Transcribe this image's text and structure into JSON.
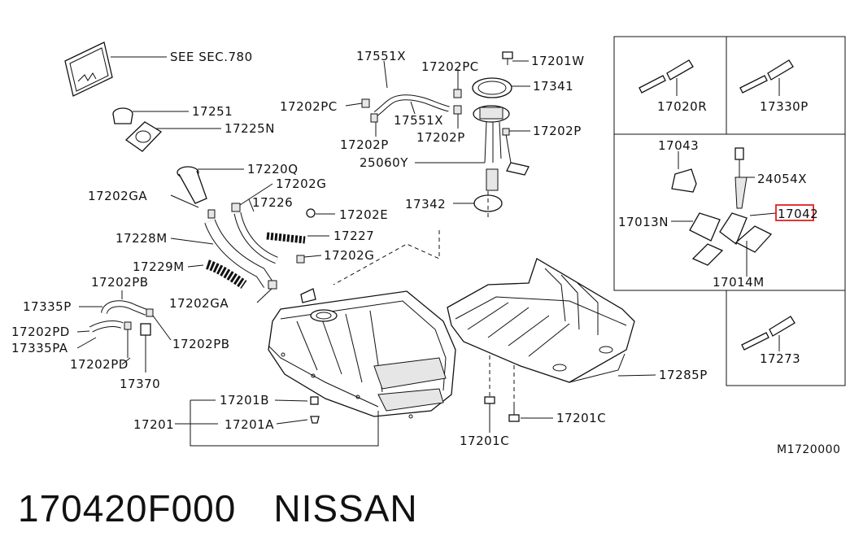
{
  "diagram": {
    "ref": "M1720000",
    "highlight_color": "#e02020",
    "labels": {
      "see_sec": "SEE SEC.780",
      "p17251": "17251",
      "p17225N": "17225N",
      "p17551X_top": "17551X",
      "p17551X_bottom": "17551X",
      "p17202PC_a": "17202PC",
      "p17202PC_b": "17202PC",
      "p17201W": "17201W",
      "p17341": "17341",
      "p17202P_a": "17202P",
      "p17202P_b": "17202P",
      "p17202P_c": "17202P",
      "p25060Y": "25060Y",
      "p17342": "17342",
      "p17220Q": "17220Q",
      "p17202G_a": "17202G",
      "p17202GA_a": "17202GA",
      "p17226": "17226",
      "p17202E": "17202E",
      "p17228M": "17228M",
      "p17227": "17227",
      "p17202G_b": "17202G",
      "p17229M": "17229M",
      "p17202PB_a": "17202PB",
      "p17202GA_b": "17202GA",
      "p17335P": "17335P",
      "p17202PD_a": "17202PD",
      "p17335PA": "17335PA",
      "p17202PB_b": "17202PB",
      "p17202PD_b": "17202PD",
      "p17370": "17370",
      "p17201B": "17201B",
      "p17201": "17201",
      "p17201A": "17201A",
      "p17201C_a": "17201C",
      "p17201C_b": "17201C",
      "p17285P": "17285P",
      "p17020R": "17020R",
      "p17330P": "17330P",
      "p17043": "17043",
      "p24054X": "24054X",
      "p17013N": "17013N",
      "p17042": "17042",
      "p17014M": "17014M",
      "p17273": "17273"
    }
  },
  "footer": {
    "part_number": "170420F000",
    "brand": "NISSAN"
  }
}
